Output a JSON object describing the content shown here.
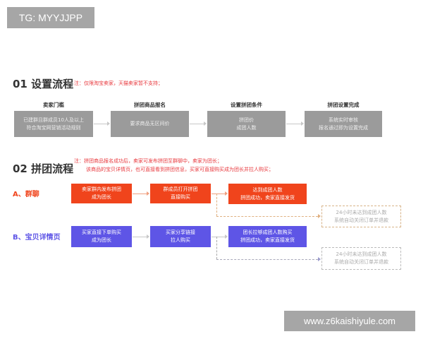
{
  "watermark_top": "TG: MYYJJPP",
  "watermark_bottom": "www.z6kaishiyule.com",
  "colors": {
    "red": "#f0441c",
    "purple": "#5e55e6",
    "gray": "#9b9b9b"
  },
  "section1": {
    "title": "01 设置流程",
    "note": "注：仅限淘宝卖家，天猫卖家暂不支持；",
    "steps": [
      {
        "label": "卖家门槛",
        "lines": [
          "已建群且群成员10人及以上",
          "符合淘宝网营销活动规则"
        ]
      },
      {
        "label": "拼团商品报名",
        "lines": [
          "要求商品无区间价"
        ]
      },
      {
        "label": "设置拼团条件",
        "lines": [
          "拼团价",
          "成团人数"
        ]
      },
      {
        "label": "拼团设置完成",
        "lines": [
          "系统实时审核",
          "报名通过即为设置完成"
        ]
      }
    ]
  },
  "section2": {
    "title": "02 拼团流程",
    "note": [
      "注：拼团商品报名成功后，卖家可发布拼团至群聊中，卖家为团长；",
      "该商品的宝贝详情页，也可直接看到拼团信息，买家可直接购买成为团长并拉人购买；"
    ],
    "flowA": {
      "label": "A、群聊",
      "steps": [
        [
          "卖家群内发布拼团",
          "成为团长"
        ],
        [
          "群成员打开拼团",
          "直接购买"
        ],
        [
          "达到成团人数",
          "拼团成功，卖家直接发货"
        ]
      ],
      "fail": [
        "24小时未达到成团人数",
        "系统自动关闭订单并退款"
      ]
    },
    "flowB": {
      "label": "B、宝贝详情页",
      "steps": [
        [
          "买家直接下单购买",
          "成为团长"
        ],
        [
          "买家分享链接",
          "拉人购买"
        ],
        [
          "团长拉够成团人数购买",
          "拼团成功，卖家直接发货"
        ]
      ],
      "fail": [
        "24小时未达到成团人数",
        "系统自动关闭订单并退款"
      ]
    }
  }
}
